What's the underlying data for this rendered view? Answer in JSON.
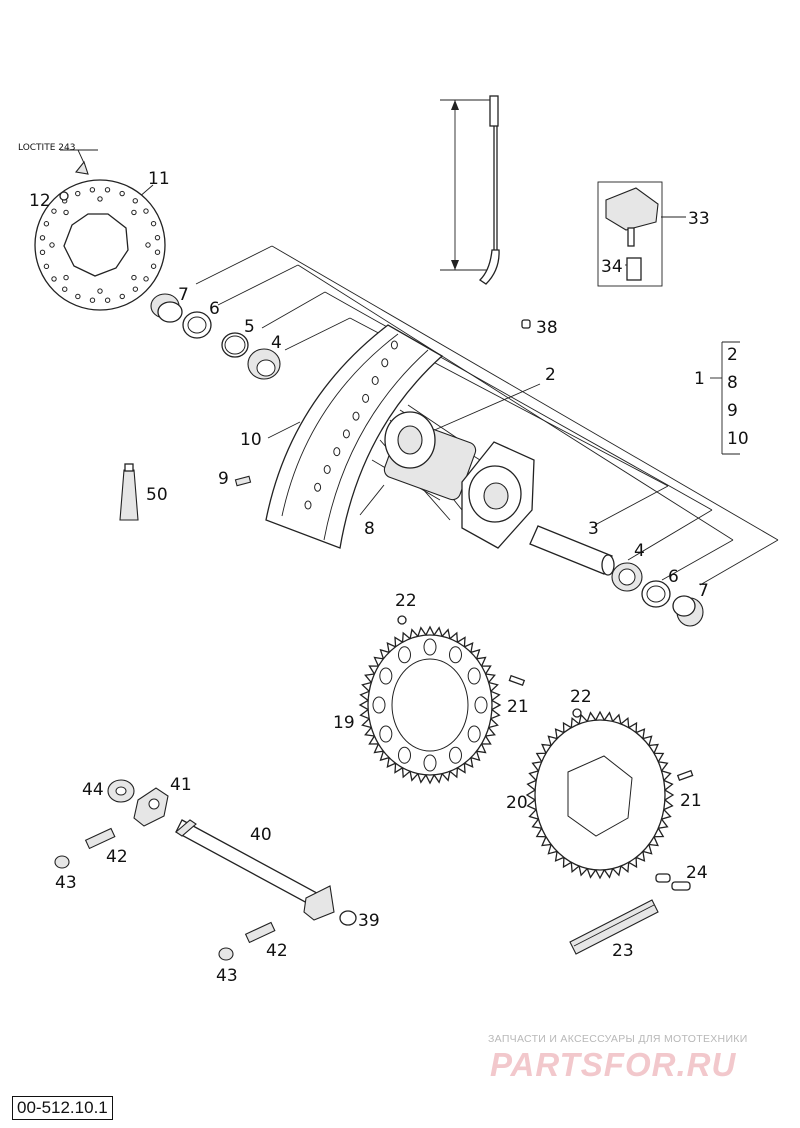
{
  "callouts": [
    {
      "id": "c12",
      "text": "12"
    },
    {
      "id": "c11",
      "text": "11"
    },
    {
      "id": "c7a",
      "text": "7"
    },
    {
      "id": "c6a",
      "text": "6"
    },
    {
      "id": "c5",
      "text": "5"
    },
    {
      "id": "c4a",
      "text": "4"
    },
    {
      "id": "c38",
      "text": "38"
    },
    {
      "id": "c2",
      "text": "2"
    },
    {
      "id": "c10",
      "text": "10"
    },
    {
      "id": "c9",
      "text": "9"
    },
    {
      "id": "c50",
      "text": "50"
    },
    {
      "id": "c8",
      "text": "8"
    },
    {
      "id": "c3",
      "text": "3"
    },
    {
      "id": "c4b",
      "text": "4"
    },
    {
      "id": "c6b",
      "text": "6"
    },
    {
      "id": "c7b",
      "text": "7"
    },
    {
      "id": "c33",
      "text": "33"
    },
    {
      "id": "c34",
      "text": "34"
    },
    {
      "id": "c22a",
      "text": "22"
    },
    {
      "id": "c21a",
      "text": "21"
    },
    {
      "id": "c19",
      "text": "19"
    },
    {
      "id": "c22b",
      "text": "22"
    },
    {
      "id": "c20",
      "text": "20"
    },
    {
      "id": "c21b",
      "text": "21"
    },
    {
      "id": "c44",
      "text": "44"
    },
    {
      "id": "c41",
      "text": "41"
    },
    {
      "id": "c40",
      "text": "40"
    },
    {
      "id": "c42a",
      "text": "42"
    },
    {
      "id": "c43a",
      "text": "43"
    },
    {
      "id": "c39",
      "text": "39"
    },
    {
      "id": "c42b",
      "text": "42"
    },
    {
      "id": "c43b",
      "text": "43"
    },
    {
      "id": "c24",
      "text": "24"
    },
    {
      "id": "c23",
      "text": "23"
    }
  ],
  "group": {
    "parent": "1",
    "items": [
      "2",
      "8",
      "9",
      "10"
    ]
  },
  "note": "LOCTITE 243",
  "watermark": {
    "line": "ЗАПЧАСТИ И АКСЕССУАРЫ ДЛЯ МОТОТЕХНИКИ",
    "logo": "PARTSFOR.RU"
  },
  "drawing_code": "00-512.10.1"
}
